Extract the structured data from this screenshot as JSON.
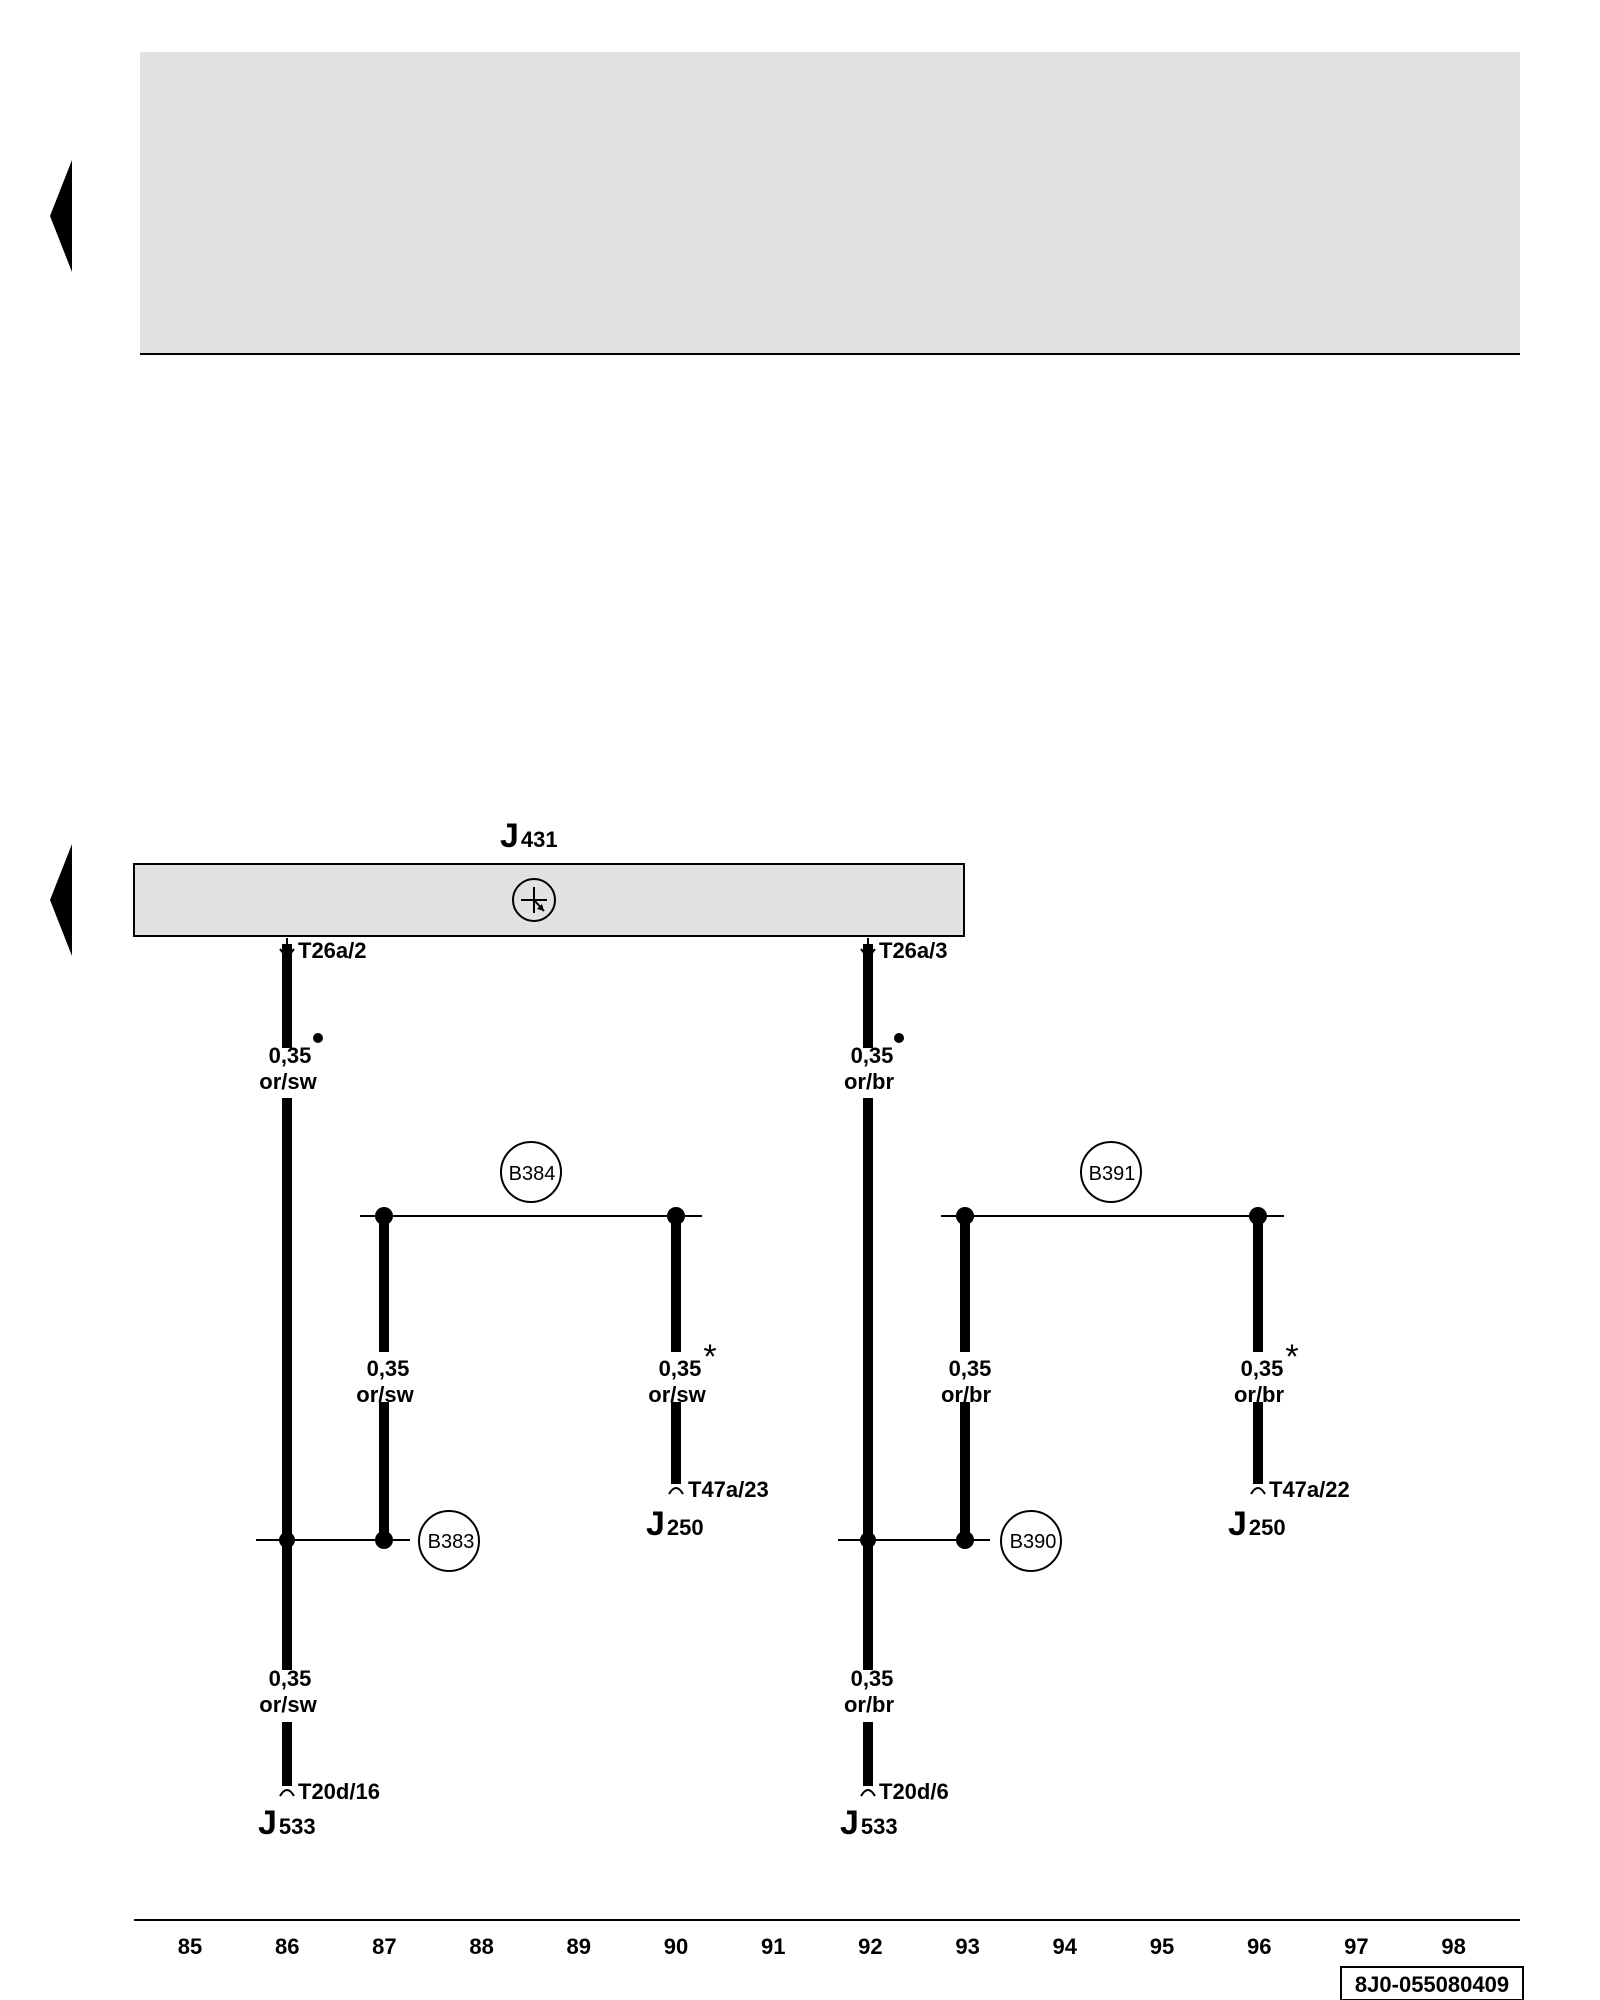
{
  "components": {
    "control_unit": {
      "main": "J",
      "sub": "431"
    },
    "j533_left": {
      "main": "J",
      "sub": "533"
    },
    "j533_right": {
      "main": "J",
      "sub": "533"
    },
    "j250_left": {
      "main": "J",
      "sub": "250"
    },
    "j250_right": {
      "main": "J",
      "sub": "250"
    }
  },
  "pins": {
    "t26a_2": "T26a/2",
    "t26a_3": "T26a/3",
    "t20d_16": "T20d/16",
    "t20d_6": "T20d/6",
    "t47a_23": "T47a/23",
    "t47a_22": "T47a/22"
  },
  "splices": {
    "b384": "B384",
    "b383": "B383",
    "b391": "B391",
    "b390": "B390"
  },
  "wires": {
    "w86_top": {
      "size": "0,35",
      "color": "or/sw"
    },
    "w86_bot": {
      "size": "0,35",
      "color": "or/sw"
    },
    "w87": {
      "size": "0,35",
      "color": "or/sw"
    },
    "w90": {
      "size": "0,35",
      "color": "or/sw"
    },
    "w92_top": {
      "size": "0,35",
      "color": "or/br"
    },
    "w92_bot": {
      "size": "0,35",
      "color": "or/br"
    },
    "w93": {
      "size": "0,35",
      "color": "or/br"
    },
    "w96": {
      "size": "0,35",
      "color": "or/br"
    }
  },
  "marks": {
    "asterisk": "*"
  },
  "columns": [
    "85",
    "86",
    "87",
    "88",
    "89",
    "90",
    "91",
    "92",
    "93",
    "94",
    "95",
    "96",
    "97",
    "98"
  ],
  "document_number": "8J0-055080409",
  "colors": {
    "panel_fill": "#e2e2e2",
    "ink": "#000000"
  },
  "icons": {
    "control_unit_symbol": "transistor-icon",
    "nav_arrow": "left-arrow-icon"
  }
}
